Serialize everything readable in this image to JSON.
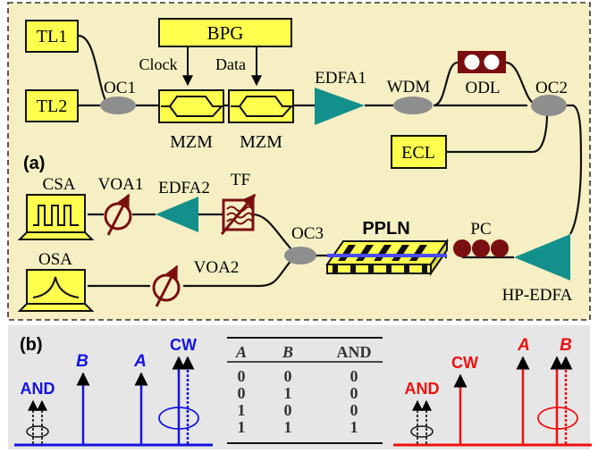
{
  "setup": {
    "panel_label": "(a)",
    "tl1": "TL1",
    "tl2": "TL2",
    "bpg": "BPG",
    "clock": "Clock",
    "data": "Data",
    "oc1": "OC1",
    "mzm1": "MZM",
    "mzm2": "MZM",
    "edfa1": "EDFA1",
    "wdm": "WDM",
    "odl": "ODL",
    "oc2": "OC2",
    "ecl": "ECL",
    "csa": "CSA",
    "voa1": "VOA1",
    "edfa2": "EDFA2",
    "tf": "TF",
    "oc3": "OC3",
    "ppln": "PPLN",
    "pc": "PC",
    "osa": "OSA",
    "voa2": "VOA2",
    "hp_edfa": "HP-EDFA"
  },
  "spectra": {
    "panel_label": "(b)",
    "blue": {
      "and": "AND",
      "b": "B",
      "a": "A",
      "cw": "CW"
    },
    "red": {
      "and": "AND",
      "cw": "CW",
      "a": "A",
      "b": "B"
    }
  },
  "truth_table": {
    "headers": [
      "A",
      "B",
      "AND"
    ],
    "rows": [
      [
        "0",
        "0",
        "0"
      ],
      [
        "0",
        "1",
        "0"
      ],
      [
        "1",
        "0",
        "0"
      ],
      [
        "1",
        "1",
        "1"
      ]
    ]
  },
  "colors": {
    "panel_bg": "#f6efc4",
    "component_fill": "#ffff4d",
    "edfa_fill": "#14908c",
    "dark_red": "#7a0f0f",
    "blue": "#1414e0",
    "red": "#ee1111",
    "gray_bg": "#e6e6e6"
  }
}
